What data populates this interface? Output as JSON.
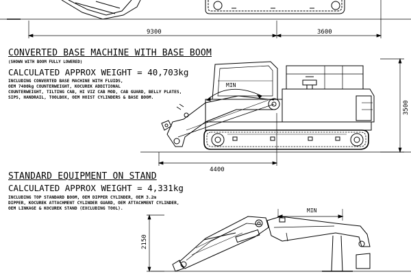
{
  "dimensions": {
    "top_left": "9300",
    "top_right": "3600",
    "machine_length": "4400",
    "machine_height": "3500",
    "stand_height": "2150",
    "min_label_machine": "MIN",
    "min_label_stand": "MIN"
  },
  "section_machine": {
    "heading": "CONVERTED BASE MACHINE WITH BASE BOOM",
    "subnote": "(SHOWN WITH BOOM FULLY LOWERED)",
    "weight": "CALCULATED APPROX WEIGHT = 40,703kg",
    "description": [
      "INCLUDING CONVERTED BASE MACHINE WITH FLUIDS,",
      "OEM 7400kg COUNTERWEIGHT, KOCUREK ADDITIONAL",
      "COUNTERWEIGHT, TILTING CAB, HI VIZ CAB MOD, CAB GUARD, BELLY PLATES,",
      "SIPS, HANDRAIL, TOOLBOX, OEM HOIST CYLINDERS & BASE BOOM."
    ]
  },
  "section_stand": {
    "heading": "STANDARD EQUIPMENT ON STAND",
    "weight": "CALCULATED APPROX WEIGHT = 4,331kg",
    "description": [
      "INCLUDING TOP STANDARD BOOM, OEM DIPPER CYLINDER, OEM 3.2m",
      "DIPPER, KOCUREK ATTACHMENT CYLINDER GUARD, OEM ATTACHMENT CYLINDER,",
      "OEM LINKAGE & KOCUREK STAND (EXCLUDING TOOL)."
    ]
  },
  "colors": {
    "ink": "#000000",
    "paper": "#ffffff"
  }
}
